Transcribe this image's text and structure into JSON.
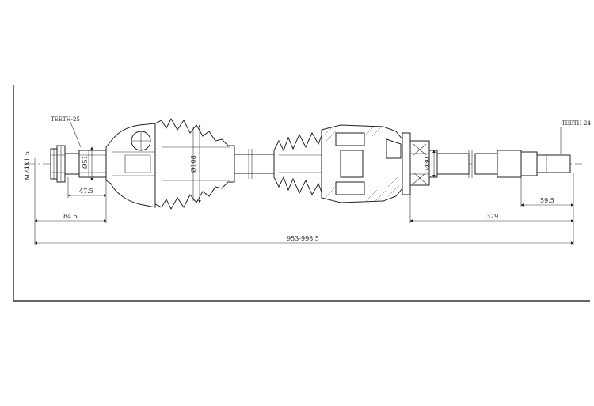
{
  "labels": {
    "teeth_left": "TEETH-25",
    "teeth_right": "TEETH-24",
    "thread": "M24X1.5",
    "dia_left_shaft": "Ø51",
    "dia_boot": "Ø108",
    "dia_right": "Ø30"
  },
  "dimensions": {
    "d_47_5": "47.5",
    "d_84_5": "84.5",
    "d_59_5": "59.5",
    "d_379": "379",
    "d_total": "953-998.5"
  }
}
